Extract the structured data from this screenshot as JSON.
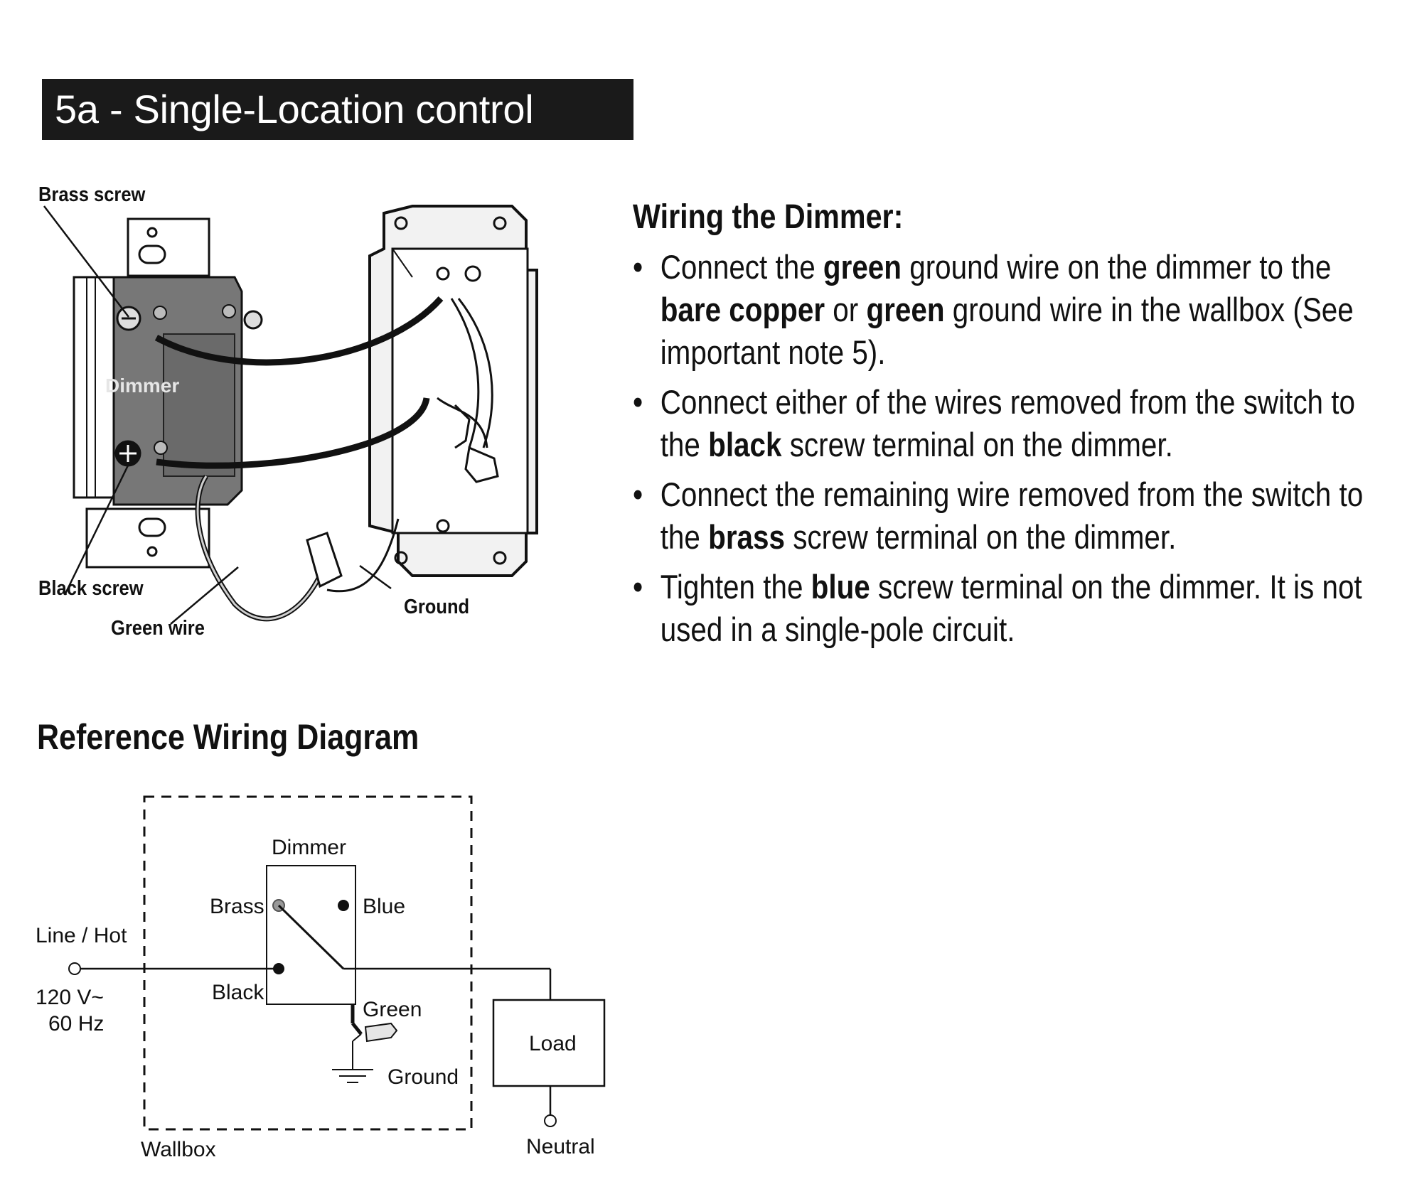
{
  "title": "5a - Single-Location control",
  "illustration": {
    "callouts": {
      "brass_screw": "Brass screw",
      "black_screw": "Black screw",
      "green_wire": "Green wire",
      "ground": "Ground",
      "dimmer": "Dimmer"
    }
  },
  "instructions": {
    "heading": "Wiring the Dimmer:",
    "bullet_symbol": "•",
    "bullets": [
      {
        "parts": [
          {
            "t": "Connect the "
          },
          {
            "t": "green",
            "b": true
          },
          {
            "t": " ground wire on the dimmer to the "
          },
          {
            "t": "bare copper",
            "b": true
          },
          {
            "t": " or "
          },
          {
            "t": "green",
            "b": true
          },
          {
            "t": " ground wire in the wallbox (See important note 5)."
          }
        ]
      },
      {
        "parts": [
          {
            "t": "Connect either of the wires removed from the switch to the "
          },
          {
            "t": "black",
            "b": true
          },
          {
            "t": " screw terminal on the dimmer."
          }
        ]
      },
      {
        "parts": [
          {
            "t": "Connect the remaining wire removed from the switch to the "
          },
          {
            "t": "brass",
            "b": true
          },
          {
            "t": " screw terminal on the dimmer."
          }
        ]
      },
      {
        "parts": [
          {
            "t": "Tighten the "
          },
          {
            "t": "blue",
            "b": true
          },
          {
            "t": " screw terminal on the dimmer. It is not used in a single-pole circuit."
          }
        ]
      }
    ]
  },
  "reference": {
    "heading": "Reference Wiring Diagram",
    "labels": {
      "dimmer": "Dimmer",
      "brass": "Brass",
      "blue": "Blue",
      "black": "Black",
      "green": "Green",
      "ground": "Ground",
      "line_hot": "Line / Hot",
      "voltage": "120 V~",
      "frequency": "60 Hz",
      "load": "Load",
      "neutral": "Neutral",
      "wallbox": "Wallbox"
    }
  }
}
